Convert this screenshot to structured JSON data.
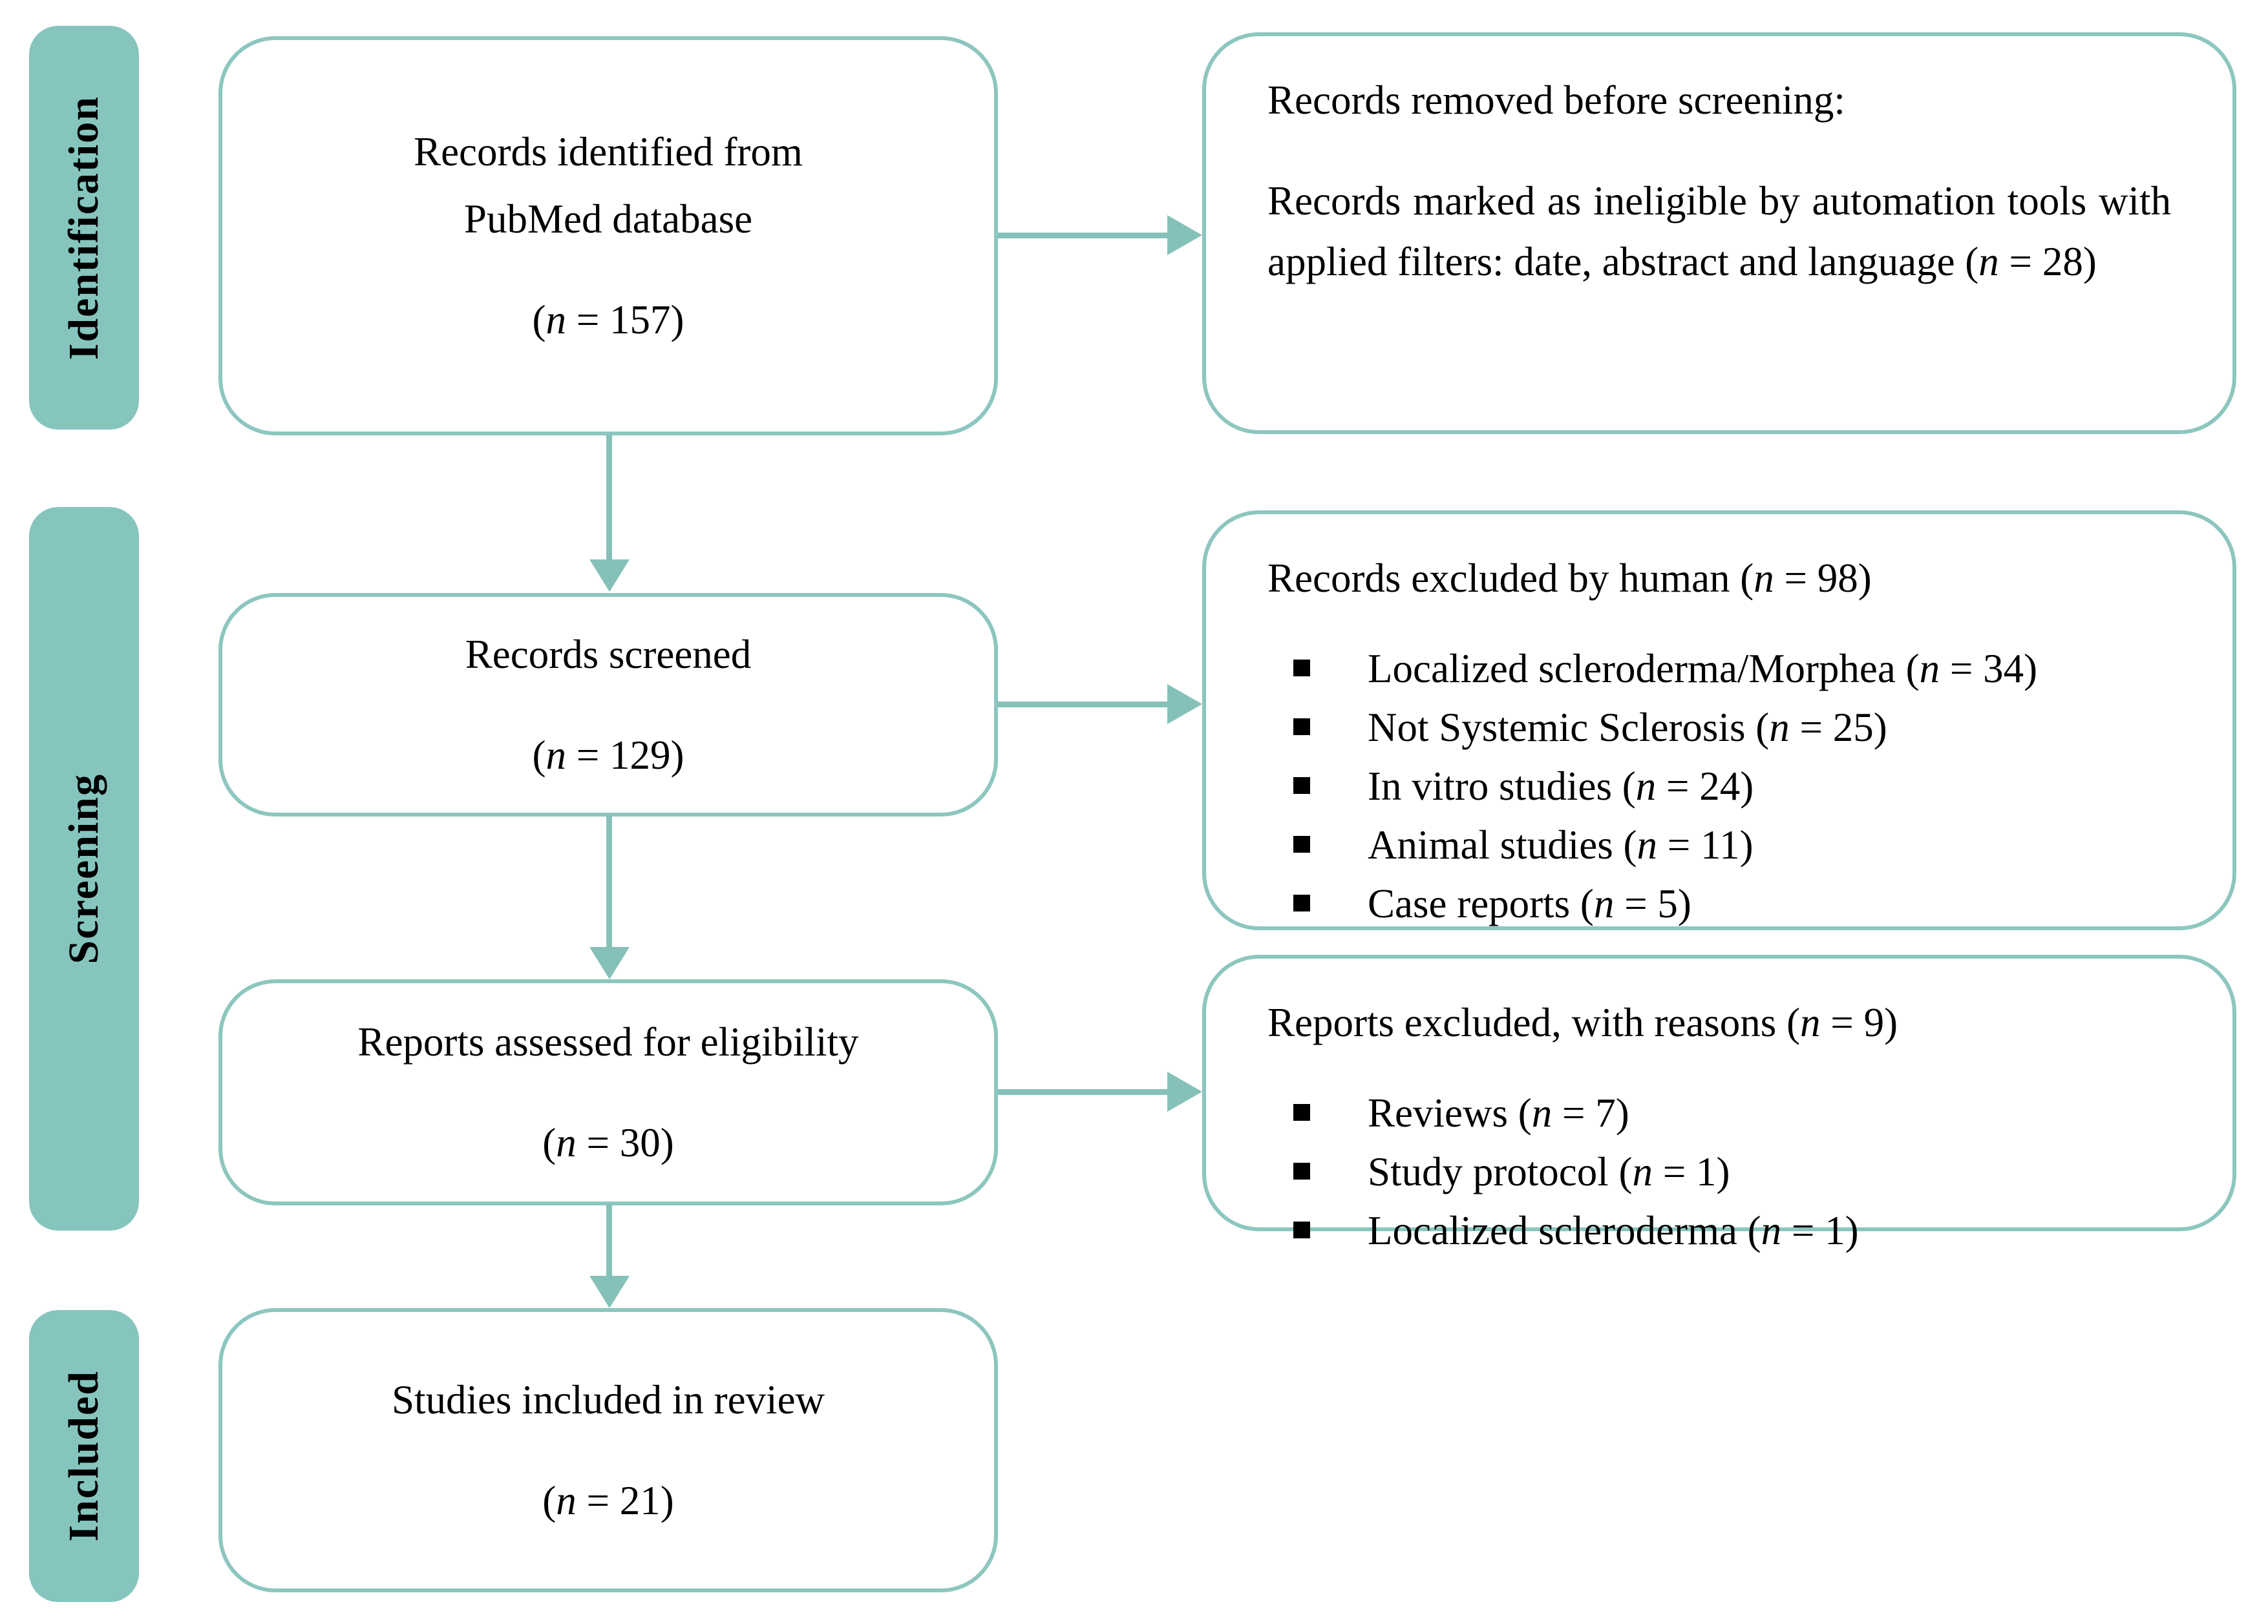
{
  "colors": {
    "box_border": "#8CC6BF",
    "arrow": "#85C1B9",
    "sidebar_fill": "#85C5BE",
    "text_color": "#000000"
  },
  "sidebar": {
    "identification_label": "Identification",
    "screening_label": "Screening",
    "included_label": "Included"
  },
  "flow": {
    "identified": {
      "line1": "Records identified from",
      "line2": "PubMed database",
      "count_open": "(",
      "count_var": "n",
      "count_rest": " = 157)"
    },
    "screened": {
      "line1": "Records screened",
      "count_open": "(",
      "count_var": "n",
      "count_rest": " = 129)"
    },
    "assessed": {
      "line1": "Reports assessed for eligibility",
      "count_open": "(",
      "count_var": "n",
      "count_rest": " = 30)"
    },
    "included": {
      "line1": "Studies included in review",
      "count_open": "(",
      "count_var": "n",
      "count_rest": " = 21)"
    }
  },
  "removed_before_screening": {
    "title": "Records removed before screening:",
    "body_pre": "Records marked as ineligible by automation tools with applied filters: date, abstract and language (",
    "body_var": "n",
    "body_rest": " = 28)"
  },
  "excluded_by_human": {
    "title_pre": "Records excluded by human (",
    "title_var": "n",
    "title_rest": " = 98)",
    "items": [
      {
        "pre": "Localized scleroderma/Morphea (",
        "var": "n",
        "rest": " = 34)"
      },
      {
        "pre": "Not Systemic Sclerosis (",
        "var": "n",
        "rest": " = 25)"
      },
      {
        "pre": "In vitro studies (",
        "var": "n",
        "rest": " = 24)"
      },
      {
        "pre": "Animal studies (",
        "var": "n",
        "rest": " = 11)"
      },
      {
        "pre": "Case reports (",
        "var": "n",
        "rest": " = 5)"
      }
    ]
  },
  "reports_excluded": {
    "title_pre": "Reports excluded, with reasons (",
    "title_var": "n",
    "title_rest": " = 9)",
    "items": [
      {
        "pre": "Reviews (",
        "var": "n",
        "rest": " = 7)"
      },
      {
        "pre": "Study protocol (",
        "var": "n",
        "rest": " = 1)"
      },
      {
        "pre": "Localized scleroderma (",
        "var": "n",
        "rest": " = 1)"
      }
    ]
  }
}
